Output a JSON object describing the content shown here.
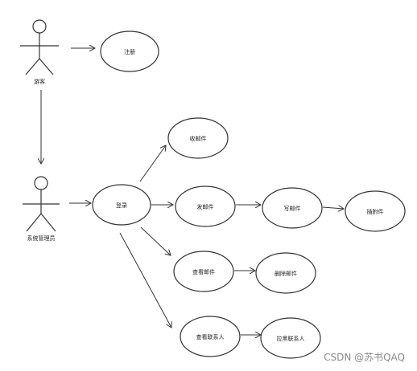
{
  "actors": {
    "visitor": "游客",
    "admin": "系统管理员"
  },
  "use_cases": {
    "register": "注册",
    "login": "登录",
    "receive_mail": "收邮件",
    "send_mail": "发邮件",
    "write_mail": "写邮件",
    "attachment": "插附件",
    "view_mail": "查看邮件",
    "delete_mail": "删除邮件",
    "view_contacts": "查看联系人",
    "block_contacts": "拉黑联系人"
  },
  "watermark": "CSDN @苏书QAQ",
  "colors": {
    "stroke": "#333333",
    "fill": "#ffffff",
    "watermark": "#8a8a8a"
  }
}
